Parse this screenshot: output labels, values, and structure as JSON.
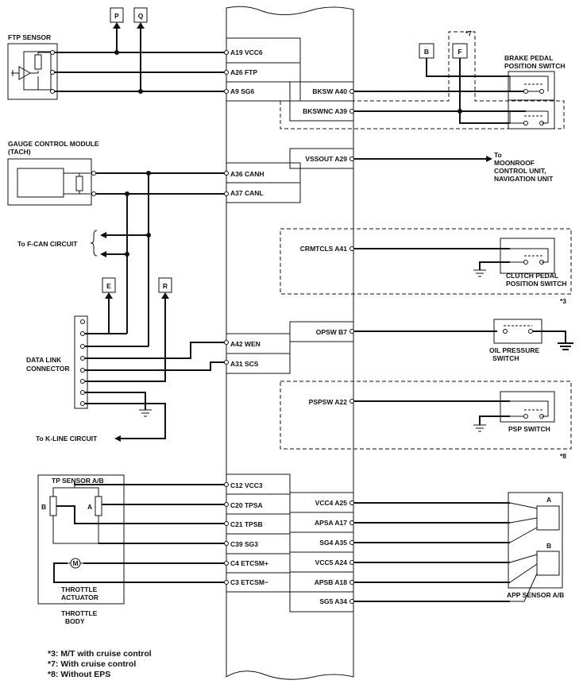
{
  "components": {
    "ftp_sensor": "FTP SENSOR",
    "gauge_1": "GAUGE CONTROL MODULE",
    "gauge_2": "(TACH)",
    "brake_1": "BRAKE PEDAL",
    "brake_2": "POSITION SWITCH",
    "clutch_1": "CLUTCH PEDAL",
    "clutch_2": "POSITION SWITCH",
    "oil_1": "OIL PRESSURE",
    "oil_2": "SWITCH",
    "psp": "PSP SWITCH",
    "dlc_1": "DATA LINK",
    "dlc_2": "CONNECTOR",
    "tp_sensor": "TP SENSOR A/B",
    "tp_b": "B",
    "tp_a": "A",
    "motor": "M",
    "actuator_1": "THROTTLE",
    "actuator_2": "ACTUATOR",
    "body_1": "THROTTLE",
    "body_2": "BODY",
    "app_sensor": "APP SENSOR A/B",
    "app_a": "A",
    "app_b": "B"
  },
  "connectors": {
    "p": "P",
    "q": "Q",
    "b": "B",
    "f": "F",
    "e": "E",
    "r": "R"
  },
  "text": {
    "to_1": "To",
    "to_2": "MOONROOF",
    "to_3": "CONTROL UNIT,",
    "to_4": "NAVIGATION UNIT",
    "fcan": "To F-CAN CIRCUIT",
    "kline": "To K-LINE CIRCUIT"
  },
  "ecm_left": {
    "a19": "A19 VCC6",
    "a26": "A26 FTP",
    "a9": "A9 SG6",
    "a36": "A36 CANH",
    "a37": "A37 CANL",
    "a42": "A42 WEN",
    "a31": "A31 SCS",
    "c12": "C12 VCC3",
    "c20": "C20 TPSA",
    "c21": "C21 TPSB",
    "c39": "C39 SG3",
    "c4": "C4 ETCSM+",
    "c3": "C3 ETCSM−"
  },
  "ecm_right": {
    "a40": "BKSW A40",
    "a39": "BKSWNC A39",
    "a29": "VSSOUT A29",
    "a41": "CRMTCLS A41",
    "b7": "OPSW B7",
    "a22": "PSPSW A22",
    "a25": "VCC4 A25",
    "a17": "APSA A17",
    "a35": "SG4 A35",
    "a24": "VCC5 A24",
    "a18": "APSB A18",
    "a34": "SG5 A34"
  },
  "footnotes": {
    "n3": "*3",
    "n7": "*7",
    "n8": "*8",
    "f3": "*3: M/T with cruise control",
    "f7": "*7: With cruise control",
    "f8": "*8: Without EPS"
  }
}
